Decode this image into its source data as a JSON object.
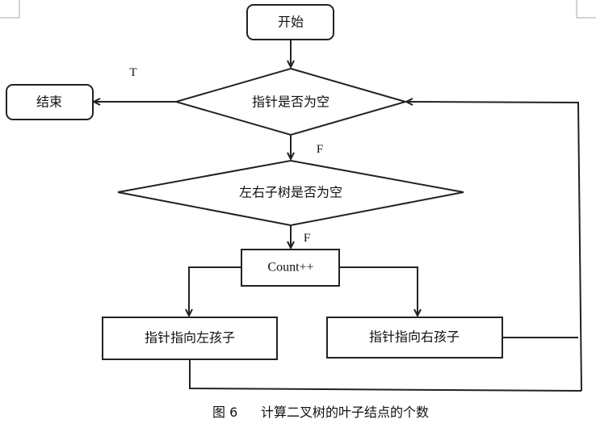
{
  "diagram": {
    "nodes": {
      "start": "开始",
      "end": "结束",
      "decision_pointer": "指针是否为空",
      "decision_children": "左右子树是否为空",
      "count": "Count++",
      "left_child": "指针指向左孩子",
      "right_child": "指针指向右孩子"
    },
    "labels": {
      "true_branch": "T",
      "false_branch_1": "F",
      "false_branch_2": "F"
    }
  },
  "caption": {
    "figure_number": "图 6",
    "title": "计算二叉树的叶子结点的个数"
  }
}
